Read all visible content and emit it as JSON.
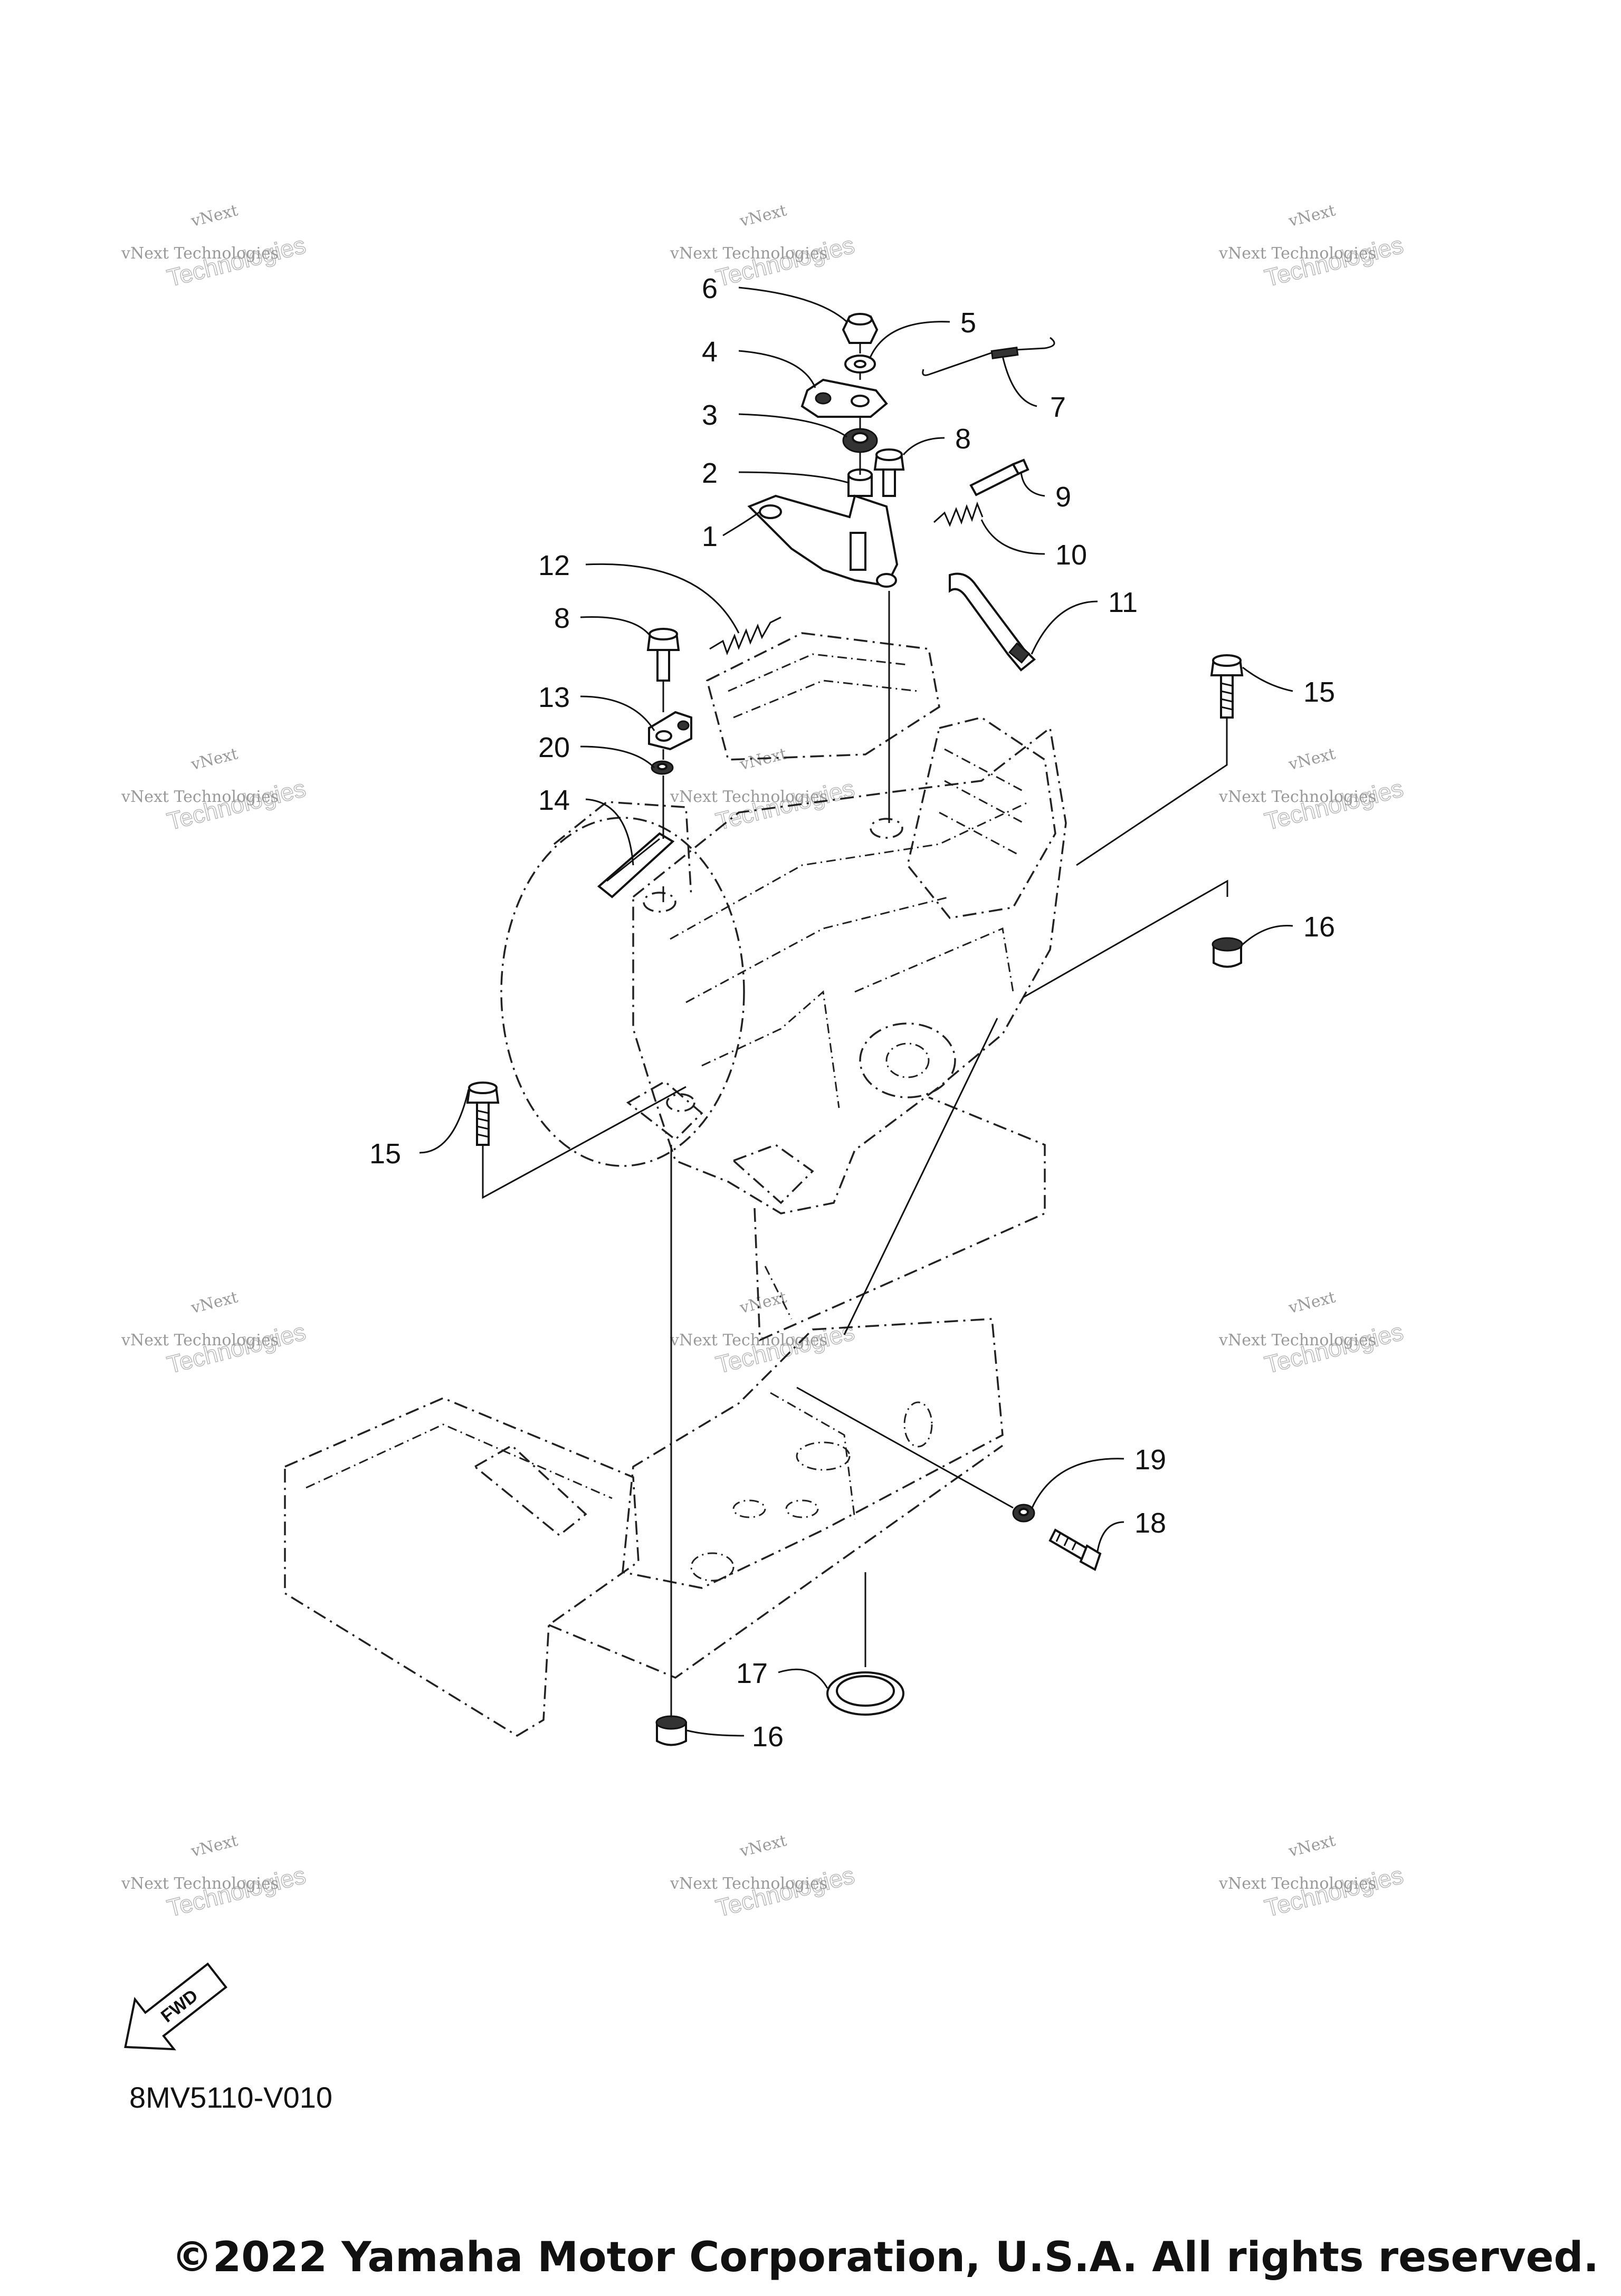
{
  "diagram_code": "8MV5110-V010",
  "copyright": "©2022 Yamaha Motor Corporation, U.S.A. All rights reserved.",
  "forward_label": "FWD",
  "watermark": {
    "line1": "vNext Technologies",
    "line2": "Technologies",
    "line3": "vNext"
  },
  "callouts": [
    {
      "id": "c6",
      "text": "6"
    },
    {
      "id": "c5",
      "text": "5"
    },
    {
      "id": "c4",
      "text": "4"
    },
    {
      "id": "c7",
      "text": "7"
    },
    {
      "id": "c3",
      "text": "3"
    },
    {
      "id": "c8a",
      "text": "8"
    },
    {
      "id": "c2",
      "text": "2"
    },
    {
      "id": "c9",
      "text": "9"
    },
    {
      "id": "c1",
      "text": "1"
    },
    {
      "id": "c10",
      "text": "10"
    },
    {
      "id": "c12",
      "text": "12"
    },
    {
      "id": "c11",
      "text": "11"
    },
    {
      "id": "c8b",
      "text": "8"
    },
    {
      "id": "c15a",
      "text": "15"
    },
    {
      "id": "c13",
      "text": "13"
    },
    {
      "id": "c20",
      "text": "20"
    },
    {
      "id": "c14",
      "text": "14"
    },
    {
      "id": "c16a",
      "text": "16"
    },
    {
      "id": "c15b",
      "text": "15"
    },
    {
      "id": "c19",
      "text": "19"
    },
    {
      "id": "c18",
      "text": "18"
    },
    {
      "id": "c17",
      "text": "17"
    },
    {
      "id": "c16b",
      "text": "16"
    }
  ]
}
